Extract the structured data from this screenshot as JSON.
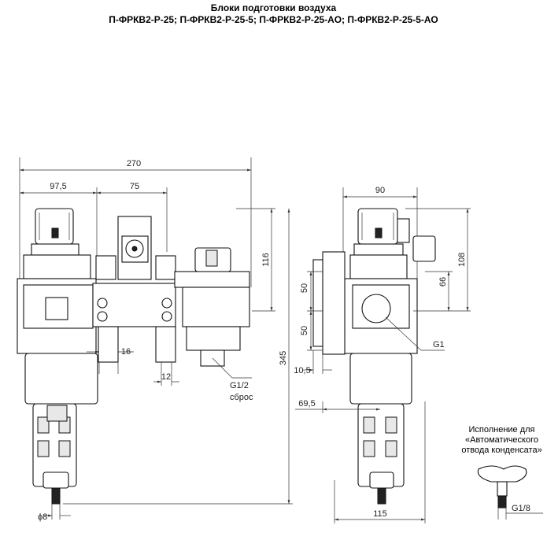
{
  "title": {
    "line1": "Блоки подготовки воздуха",
    "line2": "П-ФРКВ2-Р-25; П-ФРКВ2-Р-25-5; П-ФРКВ2-Р-25-АО; П-ФРКВ2-Р-25-5-АО"
  },
  "front_view": {
    "dim_total_width": "270",
    "dim_left_width": "97,5",
    "dim_mid_width": "75",
    "dim_upper_height": "116",
    "dim_total_height": "345",
    "dim_slot_16": "16",
    "dim_slot_12": "12",
    "dim_diameter": "ϕ8",
    "port_label": "G1/2",
    "port_sublabel": "сброс"
  },
  "side_view": {
    "dim_top_width": "90",
    "dim_108": "108",
    "dim_66": "66",
    "dim_50_upper": "50",
    "dim_50_lower": "50",
    "dim_10_5": "10,5",
    "dim_69_5": "69,5",
    "dim_115": "115",
    "port_label": "G1"
  },
  "option_note": {
    "line1": "Исполнение для",
    "line2": "«Автоматического",
    "line3": "отвода конденсата»",
    "port_label": "G1/8"
  }
}
